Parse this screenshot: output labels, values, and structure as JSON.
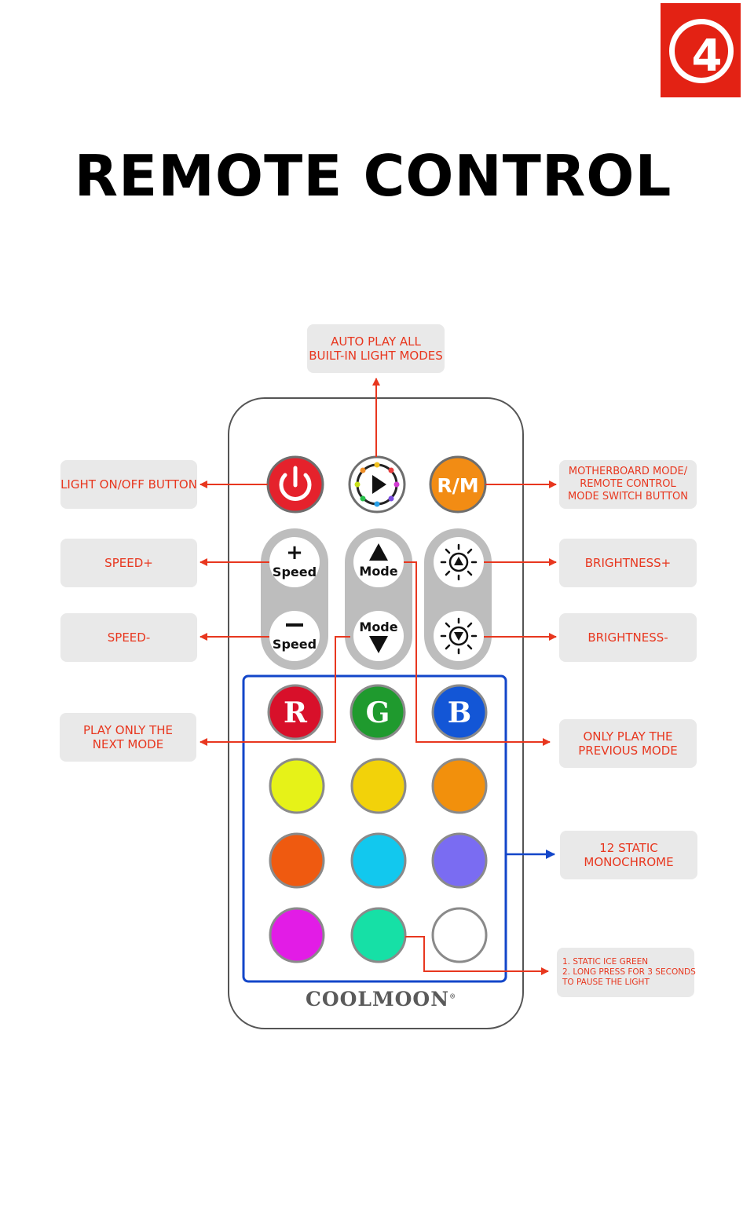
{
  "badge": "4",
  "title": "REMOTE CONTROL",
  "brand": "COOLMOON",
  "brand_mark": "®",
  "colors": {
    "accent_red": "#e32214",
    "callout_text": "#e8371f",
    "callout_bg": "#e9e9e9",
    "blue_frame": "#1346c9"
  },
  "callouts": {
    "auto_play": [
      "AUTO PLAY ALL",
      "BUILT-IN LIGHT MODES"
    ],
    "light_on_off": [
      "LIGHT ON/OFF BUTTON"
    ],
    "mb_mode": [
      "MOTHERBOARD MODE/",
      "REMOTE CONTROL",
      "MODE SWITCH BUTTON"
    ],
    "speed_plus": [
      "SPEED+"
    ],
    "brightness_plus": [
      "BRIGHTNESS+"
    ],
    "speed_minus": [
      "SPEED-"
    ],
    "brightness_minus": [
      "BRIGHTNESS-"
    ],
    "next_mode": [
      "PLAY ONLY THE",
      "NEXT MODE"
    ],
    "previous_mode": [
      "ONLY PLAY THE",
      "PREVIOUS MODE"
    ],
    "static_mono": [
      "12 STATIC",
      "MONOCHROME"
    ],
    "ice_green": [
      "1. STATIC ICE GREEN",
      "2. LONG PRESS FOR 3 SECONDS",
      "TO PAUSE THE LIGHT"
    ]
  },
  "buttons": {
    "power_icon": "power-icon",
    "play_icon": "play-icon",
    "rm_label": "R/M",
    "speed_plus_symbol": "+",
    "speed_minus_symbol": "—",
    "speed_label": "Speed",
    "mode_label": "Mode",
    "brightness_up_icon": "sun-up-icon",
    "brightness_down_icon": "sun-down-icon",
    "rgb": [
      {
        "label": "R",
        "color": "#d8102a"
      },
      {
        "label": "G",
        "color": "#1f9a2e"
      },
      {
        "label": "B",
        "color": "#1356d6"
      }
    ],
    "swatches": [
      "#e6f218",
      "#f2d20a",
      "#f2900c",
      "#ef5a10",
      "#12c8ee",
      "#7a6cf2",
      "#e21ce6",
      "#16e0a6",
      "#ffffff"
    ]
  }
}
